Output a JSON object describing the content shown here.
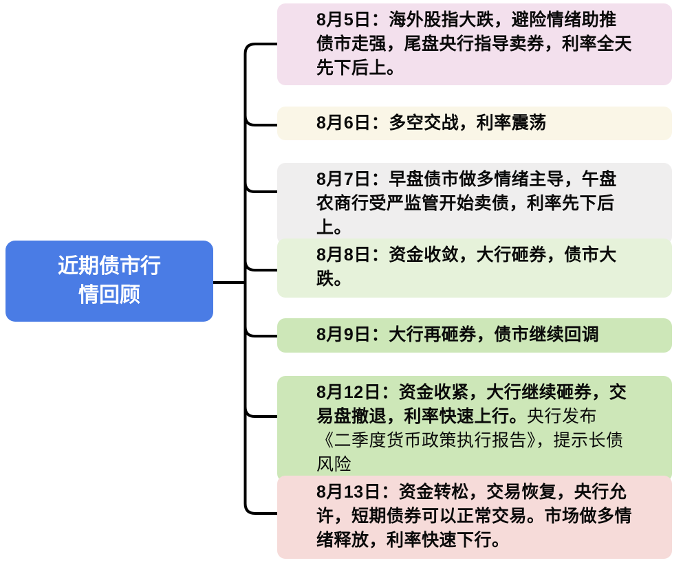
{
  "diagram_title": "近期债市行情回顾",
  "root": {
    "label": "近期债市行情回顾",
    "bg_color": "#4a7ce5",
    "text_color": "#ffffff"
  },
  "connector_color": "#000000",
  "branches": [
    {
      "id": "aug5",
      "bg_color": "#f3e0ed",
      "segments": [
        {
          "text": "8月5日：海外股指大跌，避险情绪助推债市走强，尾盘央行指导卖券，利率全天先下后上。",
          "bold": true
        }
      ]
    },
    {
      "id": "aug6",
      "bg_color": "#faf6e7",
      "segments": [
        {
          "text": "8月6日：多空交战，利率震荡",
          "bold": true
        }
      ]
    },
    {
      "id": "aug7",
      "bg_color": "#efeeee",
      "segments": [
        {
          "text": "8月7日：早盘债市做多情绪主导，午盘农商行受严监管开始卖债，利率先下后上。",
          "bold": true
        }
      ]
    },
    {
      "id": "aug8",
      "bg_color": "#e6f2da",
      "segments": [
        {
          "text": "8月8日：资金收敛，大行砸券，债市大跌。",
          "bold": true
        }
      ]
    },
    {
      "id": "aug9",
      "bg_color": "#cde7b8",
      "segments": [
        {
          "text": "8月9日：大行再砸券，债市继续回调",
          "bold": true
        }
      ]
    },
    {
      "id": "aug12",
      "bg_color": "#cde7b8",
      "segments": [
        {
          "text": "8月12日：资金收紧，大行继续砸券，交易盘撤退，利率快速上行。",
          "bold": true
        },
        {
          "text": "央行发布《二季度货币政策执行报告》，提示长债风险",
          "bold": false
        }
      ]
    },
    {
      "id": "aug13",
      "bg_color": "#f6dbd9",
      "segments": [
        {
          "text": "8月13日：资金转松，交易恢复，央行允许，短期债券可以正常交易。市场做多情绪释放，利率快速下行。",
          "bold": true
        }
      ]
    }
  ]
}
